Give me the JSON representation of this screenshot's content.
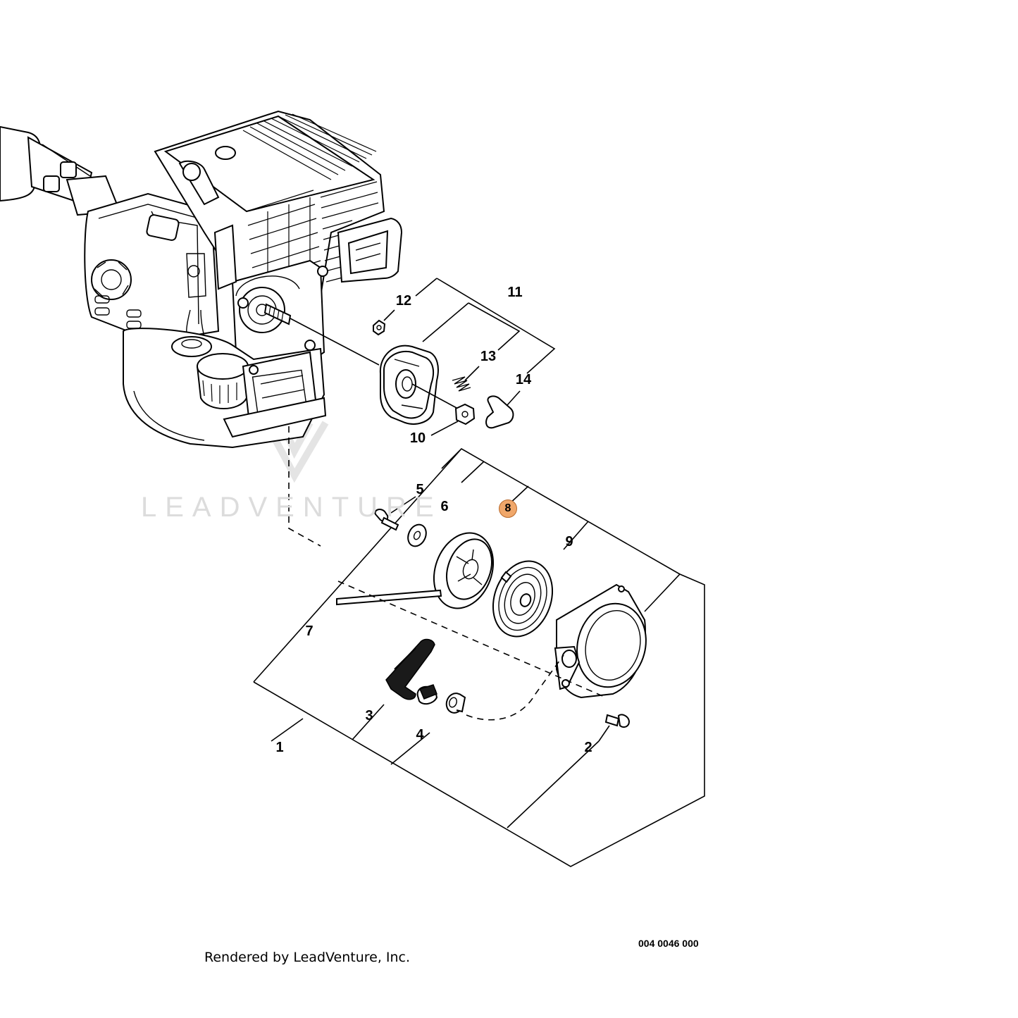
{
  "diagram": {
    "watermark_text": "LEADVENTURE",
    "drawing_number": "004 0046 000",
    "credit": "Rendered by LeadVenture, Inc.",
    "highlight_color": "#f0a76a",
    "callouts": {
      "c1": "1",
      "c2": "2",
      "c3": "3",
      "c4": "4",
      "c5": "5",
      "c6": "6",
      "c7": "7",
      "c8": "8",
      "c9": "9",
      "c10": "10",
      "c11": "11",
      "c12": "12",
      "c13": "13",
      "c14": "14"
    },
    "highlighted_callout": "8"
  }
}
